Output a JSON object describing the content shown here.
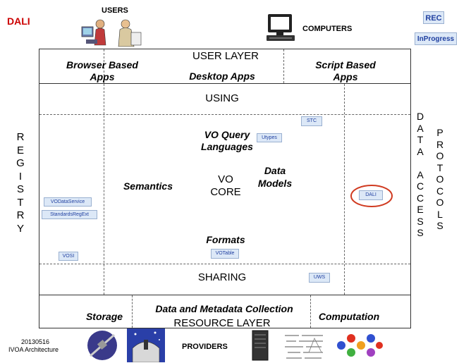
{
  "header": {
    "dali": "DALI",
    "users": "USERS",
    "computers": "COMPUTERS",
    "rec": "REC",
    "inprogress": "InProgress"
  },
  "user_layer": {
    "title": "USER LAYER",
    "browser1": "Browser Based",
    "browser2": "Apps",
    "desktop": "Desktop Apps",
    "script1": "Script Based",
    "script2": "Apps"
  },
  "core": {
    "using": "USING",
    "vo_query1": "VO Query",
    "vo_query2": "Languages",
    "semantics": "Semantics",
    "vo1": "VO",
    "vo2": "CORE",
    "data_models1": "Data",
    "data_models2": "Models",
    "formats": "Formats",
    "sharing": "SHARING"
  },
  "tags": {
    "stc": "STC",
    "utypes": "Utypes",
    "vodataservice": "VODataService",
    "standardsregext": "StandardsRegExt",
    "vosi": "VOSI",
    "votable": "VOTable",
    "dali": "DALI",
    "uws": "UWS"
  },
  "registry": [
    "R",
    "E",
    "G",
    "I",
    "S",
    "T",
    "R",
    "Y"
  ],
  "data_access": {
    "col1": [
      "D",
      "A",
      "T",
      "A",
      "",
      "A",
      "C",
      "C",
      "E",
      "S",
      "S"
    ],
    "col2": [
      "P",
      "R",
      "O",
      "T",
      "O",
      "C",
      "O",
      "L",
      "S"
    ]
  },
  "resource_layer": {
    "storage": "Storage",
    "collection": "Data and Metadata Collection",
    "computation": "Computation",
    "title": "RESOURCE LAYER"
  },
  "footer": {
    "date": "20130516",
    "arch": "IVOA Architecture",
    "providers": "PROVIDERS"
  },
  "colors": {
    "dali_red": "#cc0000",
    "tag_blue": "#dce8f7",
    "highlight_circle": "#d03a20"
  }
}
